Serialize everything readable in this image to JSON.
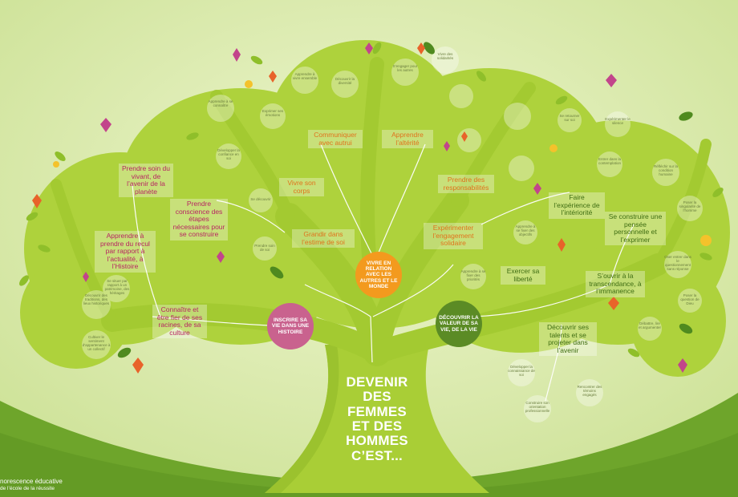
{
  "title": "DEVENIR DES FEMMES ET DES HOMMES C’EST...",
  "hubs": {
    "relation": "VIVRE EN RELATION AVEC LES AUTRES ET LE MONDE",
    "histoire": "INSCRIRE SA VIE DANS UNE HISTOIRE",
    "valeur": "DÉCOUVRIR LA VALEUR DE SA VIE, DE LA VIE"
  },
  "branches": {
    "prendre_soin": "Prendre soin du vivant, de l’avenir de la planète",
    "conscience": "Prendre conscience des étapes nécessaires pour se construire",
    "recul": "Apprendre à prendre du recul par rapport à l’actualité, à l’Histoire",
    "racines": "Connaître et être fier de ses racines, de sa culture",
    "communiquer": "Communiquer avec autrui",
    "alterite": "Apprendre l’altérité",
    "corps": "Vivre son corps",
    "responsabilites": "Prendre des responsabilités",
    "estime": "Grandir dans l’estime de soi",
    "engagement": "Expérimenter l’engagement solidaire",
    "interiorite": "Faire l’expérience de l’intériorité",
    "pensee": "Se construire une pensée personnelle et l’exprimer",
    "liberte": "Exercer sa liberté",
    "transcendance": "S’ouvrir à la transcendance, à l’immanence",
    "talents": "Découvrir ses talents et se projeter dans l’avenir"
  },
  "small_labels": [
    "Découvrir des traditions, des lieux historiques",
    "Se situer par rapport à un patrimoine, des héritages",
    "Cultiver le sentiment d’appartenance à un collectif",
    "Apprendre à se connaître",
    "Exprimer ses émotions",
    "Se découvrir",
    "Prendre soin de soi",
    "Développer la confiance en soi",
    "Apprendre à vivre ensemble",
    "Découvrir la diversité",
    "S’engager pour les autres",
    "Vivre des solidarités",
    "Se retourner sur soi",
    "Expérimenter le silence",
    "Entrer dans la contemplation",
    "Réfléchir sur la condition humaine",
    "Poser la singularité de l’homme",
    "Oser entrer dans le questionnement sans réponse",
    "Poser la question de Dieu",
    "Débattre, lire et argumenter",
    "Apprendre à se fixer des objectifs",
    "Apprendre à se fixer des priorités",
    "Développer la connaissance de soi",
    "Construire son orientation professionnelle",
    "Rencontrer des témoins engagés"
  ],
  "footer": {
    "line1": "norescence éducative",
    "line2": "de l’école de la réussite"
  },
  "colors": {
    "background": "#d7e9a6",
    "tree": "#aed23c",
    "ground": "#6ea52b",
    "orange_hub": "#f39a1e",
    "magenta_hub": "#c9628e",
    "green_hub": "#5b8b25"
  }
}
